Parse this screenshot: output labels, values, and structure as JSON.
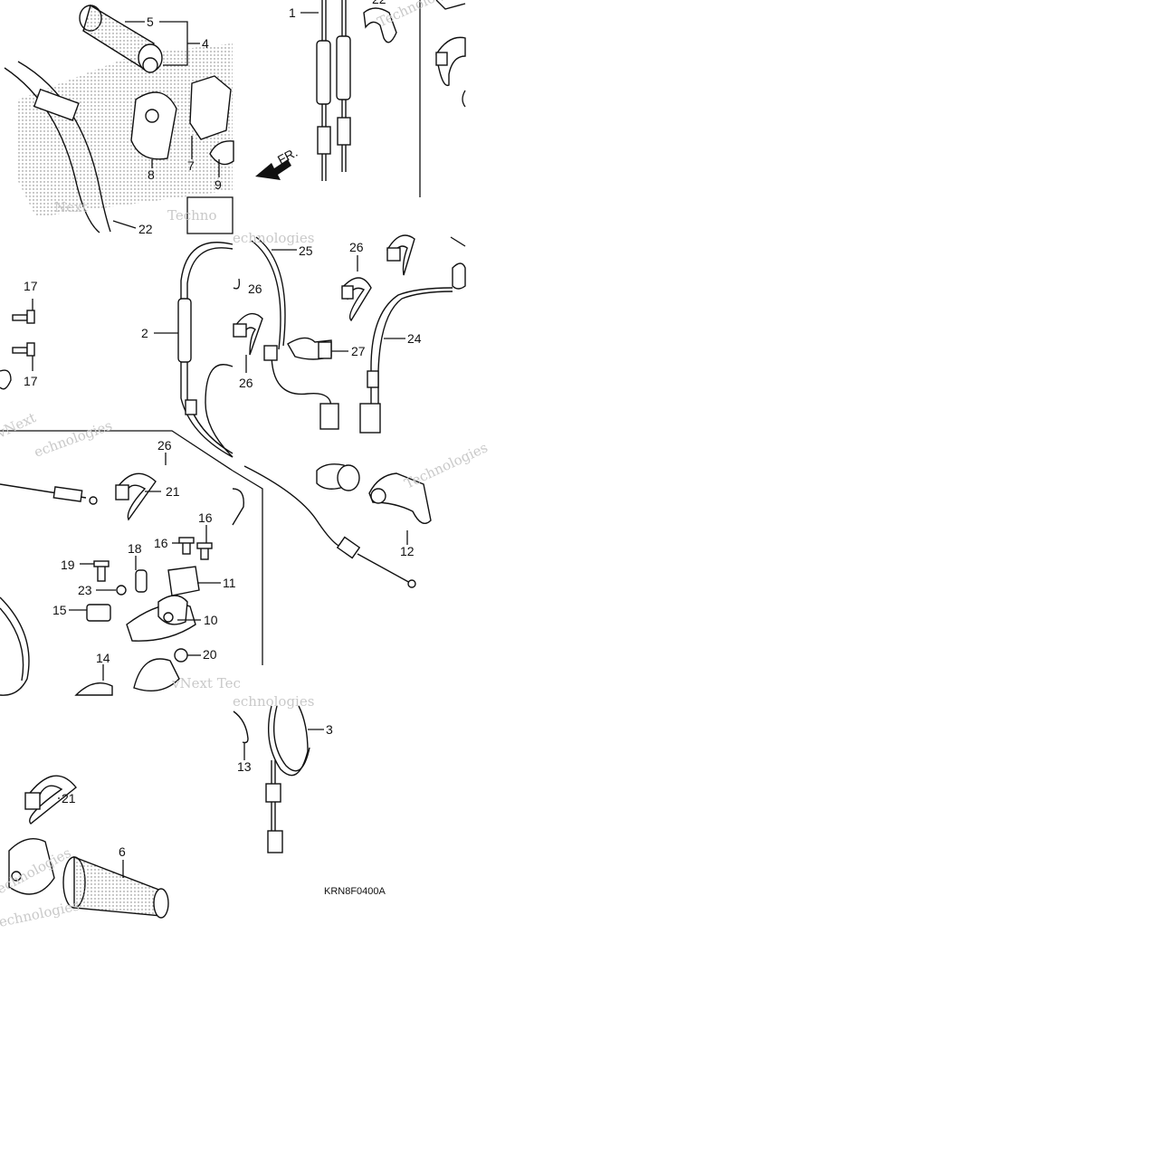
{
  "diagram_code": "KRN8F0400A",
  "front_marker": "FR.",
  "watermarks": [
    "vNext Technologies",
    "Technologies",
    "echnologies",
    "vNext Tec",
    "Techno",
    "Next",
    "vNext"
  ],
  "callouts": [
    "1",
    "2",
    "3",
    "4",
    "5",
    "6",
    "7",
    "8",
    "9",
    "10",
    "11",
    "12",
    "13",
    "14",
    "15",
    "16",
    "16",
    "17",
    "17",
    "18",
    "19",
    "20",
    "21",
    "21",
    "22",
    "22",
    "23",
    "24",
    "25",
    "26",
    "26",
    "26",
    "26",
    "27"
  ],
  "colors": {
    "ink": "#111111",
    "watermark": "#c9c9c9",
    "background": "#ffffff"
  }
}
